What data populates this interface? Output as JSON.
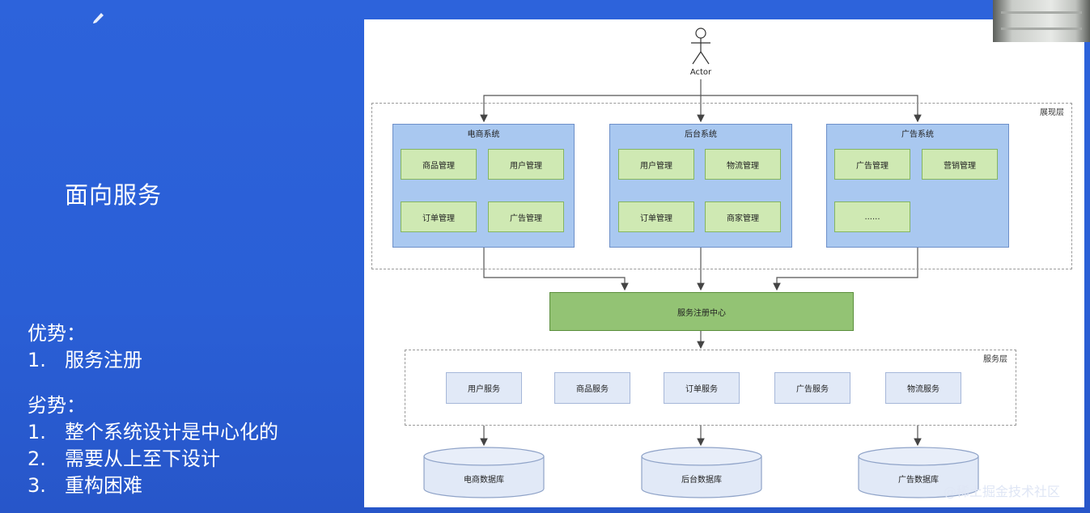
{
  "slide": {
    "title": "面向服务",
    "advantages_title": "优势：",
    "advantages": [
      {
        "n": "1.",
        "text": "服务注册"
      }
    ],
    "disadvantages_title": "劣势：",
    "disadvantages": [
      {
        "n": "1.",
        "text": "整个系统设计是中心化的"
      },
      {
        "n": "2.",
        "text": "需要从上至下设计"
      },
      {
        "n": "3.",
        "text": "重构困难"
      }
    ]
  },
  "diagram": {
    "actor": "Actor",
    "presentation_layer": "展现层",
    "service_layer": "服务层",
    "systems": [
      {
        "title": "电商系统",
        "modules": [
          "商品管理",
          "用户管理",
          "订单管理",
          "广告管理"
        ]
      },
      {
        "title": "后台系统",
        "modules": [
          "用户管理",
          "物流管理",
          "订单管理",
          "商家管理"
        ]
      },
      {
        "title": "广告系统",
        "modules": [
          "广告管理",
          "营销管理",
          "......"
        ]
      }
    ],
    "registry": "服务注册中心",
    "services": [
      "用户服务",
      "商品服务",
      "订单服务",
      "广告服务",
      "物流服务"
    ],
    "databases": [
      "电商数据库",
      "后台数据库",
      "广告数据库"
    ]
  },
  "watermark": "@稀土掘金技术社区",
  "colors": {
    "slide_bg": "#2a5fd6",
    "system_fill": "#a9c8f0",
    "module_fill": "#cfe9b3",
    "registry_fill": "#93c374",
    "service_fill": "#e1e9f7"
  }
}
